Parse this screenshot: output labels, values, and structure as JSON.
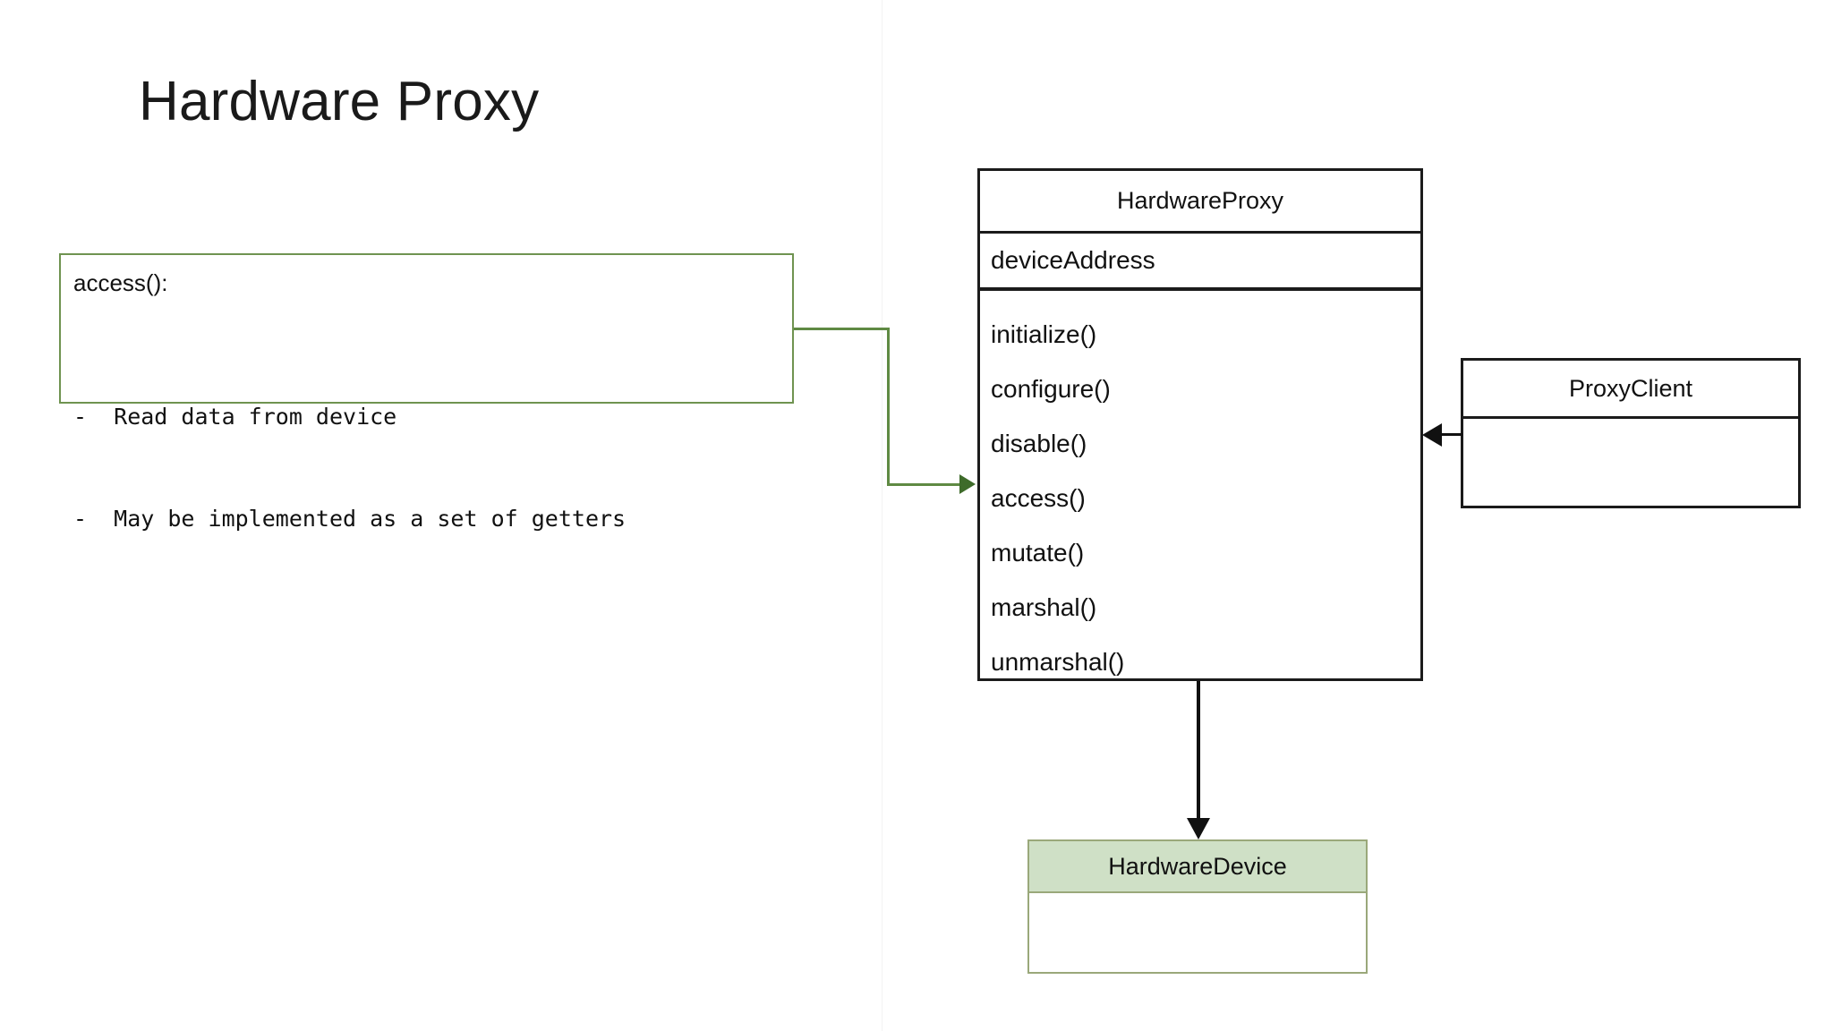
{
  "slide": {
    "title": "Hardware Proxy"
  },
  "note": {
    "heading": "access():",
    "bullets": [
      "-  Read data from device",
      "-  May be implemented as a set of getters"
    ],
    "border_color": "#6f9350"
  },
  "diagram": {
    "type": "uml-class-diagram",
    "classes": [
      {
        "name": "HardwareProxy",
        "attributes": [
          "deviceAddress"
        ],
        "methods": [
          "initialize()",
          "configure()",
          "disable()",
          "access()",
          "mutate()",
          "marshal()",
          "unmarshal()"
        ],
        "fill": "#ffffff",
        "border": "#1b1b1b"
      },
      {
        "name": "ProxyClient",
        "attributes": [],
        "methods": [],
        "fill": "#ffffff",
        "border": "#1b1b1b"
      },
      {
        "name": "HardwareDevice",
        "attributes": [],
        "methods": [],
        "fill": "#cfe0c6",
        "border": "#9aa87a"
      }
    ],
    "connectors": [
      {
        "name": "note-to-access",
        "from": "access-note",
        "to": "HardwareProxy.access()",
        "style": "elbow",
        "color": "#5f8a43",
        "arrow": "end"
      },
      {
        "name": "client-to-proxy",
        "from": "ProxyClient",
        "to": "HardwareProxy",
        "style": "straight",
        "color": "#111111",
        "arrow": "end-left"
      },
      {
        "name": "proxy-to-device",
        "from": "HardwareProxy",
        "to": "HardwareDevice",
        "style": "straight",
        "color": "#111111",
        "arrow": "end-down"
      }
    ]
  }
}
